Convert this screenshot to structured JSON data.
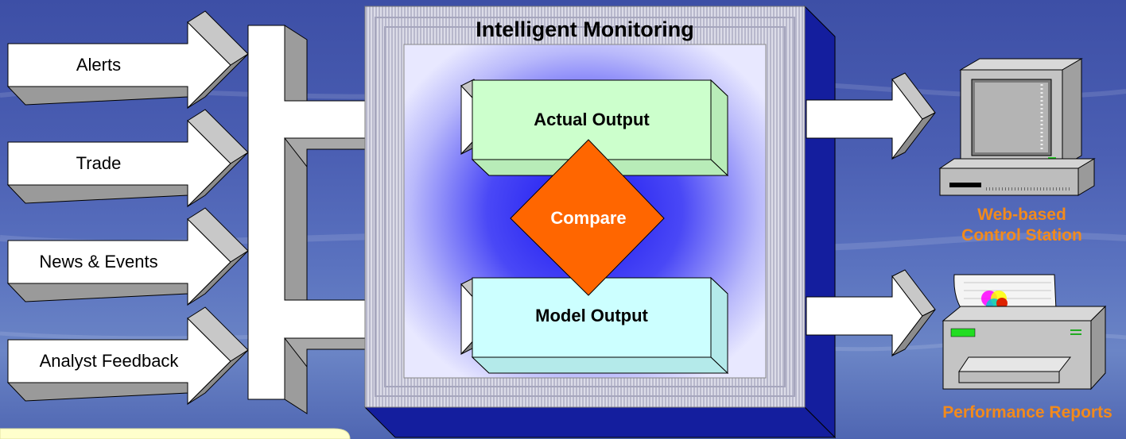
{
  "diagram": {
    "inputs": [
      {
        "label": "Alerts"
      },
      {
        "label": "Trade"
      },
      {
        "label": "News & Events"
      },
      {
        "label": "Analyst Feedback"
      }
    ],
    "monitor": {
      "title": "Intelligent Monitoring",
      "actual_label": "Actual Output",
      "model_label": "Model Output",
      "compare_label": "Compare"
    },
    "outputs": [
      {
        "label_line1": "Web-based",
        "label_line2": "Control Station",
        "icon": "computer-icon"
      },
      {
        "label_line1": "Performance Reports",
        "icon": "printer-icon"
      }
    ]
  },
  "colors": {
    "background": "#4b5fb3",
    "orange": "#ff6600",
    "orange_text": "#f28a1c",
    "actual_box": "#ccffcc",
    "model_box": "#ccffff",
    "monitor_inner": "#1414ee",
    "monitor_shadow": "#141e9e"
  }
}
